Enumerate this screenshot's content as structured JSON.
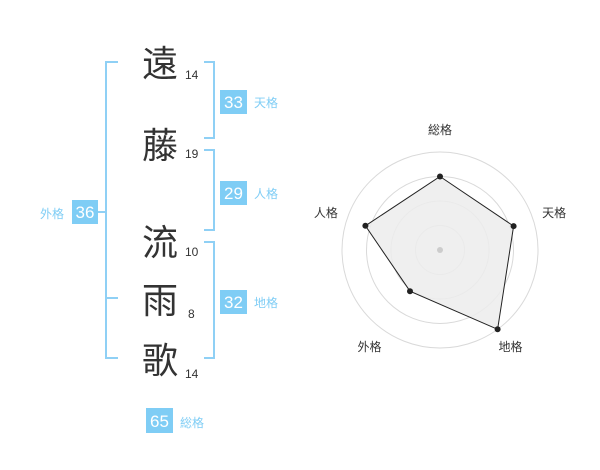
{
  "name_characters": [
    {
      "char": "遠",
      "strokes": "14"
    },
    {
      "char": "藤",
      "strokes": "19"
    },
    {
      "char": "流",
      "strokes": "10"
    },
    {
      "char": "雨",
      "strokes": "8"
    },
    {
      "char": "歌",
      "strokes": "14"
    }
  ],
  "fortunes": {
    "tenkaku": {
      "label": "天格",
      "value": "33"
    },
    "jinkaku": {
      "label": "人格",
      "value": "29"
    },
    "chikaku": {
      "label": "地格",
      "value": "32"
    },
    "gaikaku": {
      "label": "外格",
      "value": "36"
    },
    "soukaku": {
      "label": "総格",
      "value": "65"
    }
  },
  "colors": {
    "bracket": "#8fd0f5",
    "badge_bg": "#7fcdf5",
    "badge_text": "#ffffff",
    "label_text": "#7fcdf5",
    "char_text": "#333333",
    "radar_fill": "#ececec",
    "radar_line": "#222222",
    "grid_line": "#d9d9d9"
  },
  "chart_data": {
    "type": "radar",
    "axes": [
      "総格",
      "天格",
      "地格",
      "外格",
      "人格"
    ],
    "values": [
      0.75,
      0.79,
      1.0,
      0.52,
      0.8
    ],
    "rings": 4
  }
}
